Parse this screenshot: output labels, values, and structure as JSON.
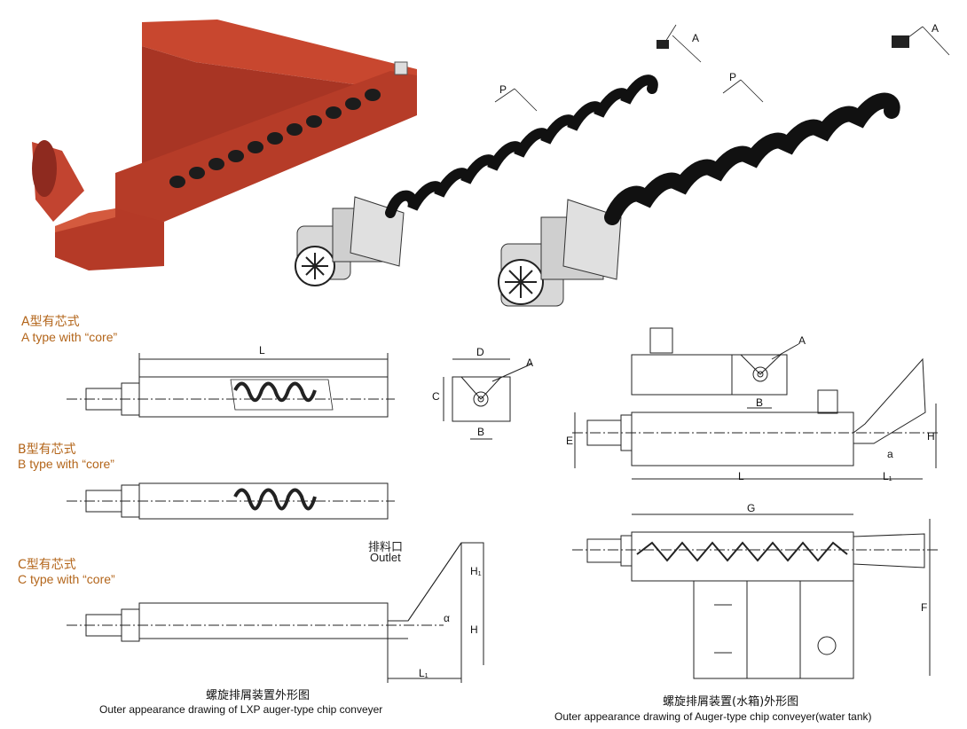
{
  "types": [
    {
      "cn": "A型有芯式",
      "en": "A type with  “core”"
    },
    {
      "cn": "B型有芯式",
      "en": "B type with  “core”"
    },
    {
      "cn": "C型有芯式",
      "en": "C type with  “core”"
    }
  ],
  "outlet": {
    "cn": "排料口",
    "en": "Outlet"
  },
  "captions": {
    "left_cn": "螺旋排屑装置外形图",
    "left_en": "Outer appearance drawing of  LXP auger-type chip conveyer",
    "right_cn": "螺旋排屑装置(水箱)外形图",
    "right_en": "Outer appearance drawing of Auger-type chip conveyer(water tank)"
  },
  "dims": {
    "A": "A",
    "P": "P",
    "L": "L",
    "D": "D",
    "B": "B",
    "C": "C",
    "H": "H",
    "H1": "H₁",
    "L1": "L₁",
    "alpha": "α",
    "a": "a",
    "E": "E",
    "G": "G",
    "F": "F"
  },
  "colors": {
    "housing": "#c0392b",
    "housing_dark": "#8e2a1f",
    "auger": "#141414",
    "accent_text": "#b3651a"
  }
}
